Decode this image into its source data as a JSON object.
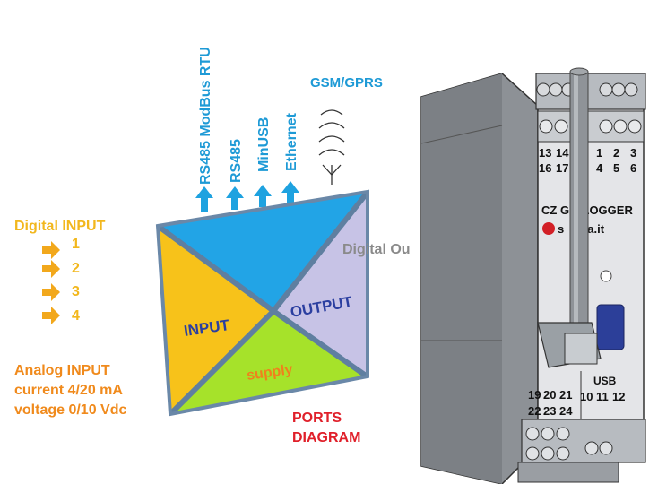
{
  "outputs": {
    "vertical_labels": [
      "RS485 ModBus RTU",
      "RS485",
      "MinUSB",
      "Ethernet"
    ],
    "gsm_label": "GSM/GPRS"
  },
  "digital_input": {
    "title": "Digital INPUT",
    "channels": [
      "1",
      "2",
      "3",
      "4"
    ]
  },
  "analog_input": {
    "line1": "Analog INPUT",
    "line2": "current 4/20 mA",
    "line3": "voltage 0/10 Vdc"
  },
  "diagram": {
    "input_label": "INPUT",
    "output_label": "OUTPUT",
    "supply_label": "supply",
    "digital_output_label": "Digital Ou",
    "ports_line1": "PORTS",
    "ports_line2": "DIAGRAM"
  },
  "device": {
    "top_terminals_row1": [
      "13",
      "14",
      "1",
      "2",
      "3"
    ],
    "top_terminals_row2": [
      "16",
      "17",
      "4",
      "5",
      "6"
    ],
    "model_label": "CZ G    LOGGER",
    "brand_label": "s    ma.it",
    "usb_label": "USB",
    "usb_terminals": [
      "10",
      "11",
      "12"
    ],
    "bottom_terminals_row1": [
      "19",
      "20",
      "21"
    ],
    "bottom_terminals_row2": [
      "22",
      "23",
      "24"
    ]
  },
  "colors": {
    "arrow_blue": "#1ea2e0",
    "label_blue": "#1e9ad6",
    "input_yellow": "#f7c21a",
    "output_lavender": "#c7c3e6",
    "top_blue": "#22a4e6",
    "supply_green": "#a6e22a",
    "border_slate": "#5f7fa0",
    "orange_text": "#f08a1c",
    "yellow_text": "#f2b71d",
    "red_text": "#e0202a",
    "navy_text": "#2b3fa0"
  }
}
